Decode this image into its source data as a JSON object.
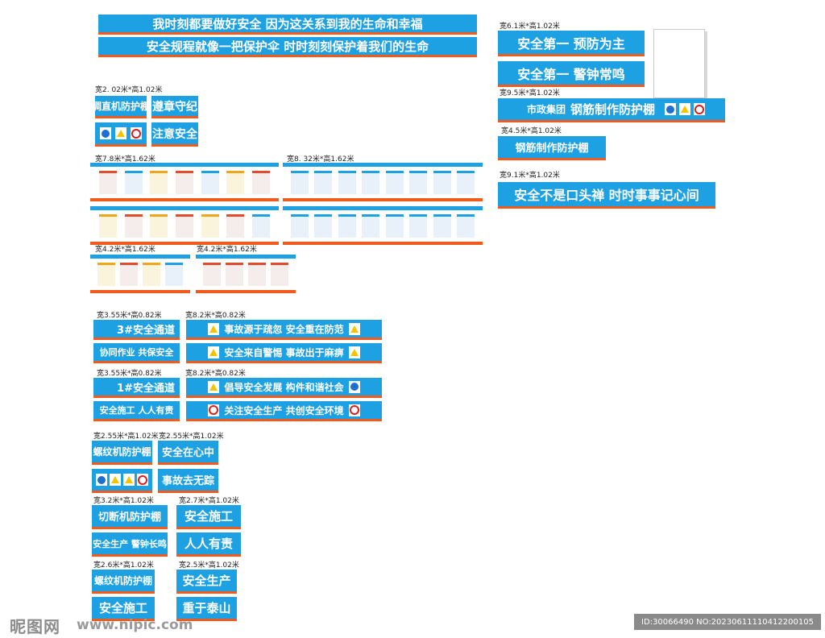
{
  "top_banner": {
    "line1": "我时刻都要做好安全  因为这关系到我的生命和幸福",
    "line2": "安全规程就像一把保护伞  时时刻刻保护着我们的生命"
  },
  "dims": {
    "d_2_02": "宽2. 02米*高1.02米",
    "d_7_8": "宽7.8米*高1.62米",
    "d_8_32": "宽8. 32米*高1.62米",
    "d_4_2a": "宽4.2米*高1.62米",
    "d_4_2b": "宽4.2米*高1.62米",
    "d_3_55a": "宽3.55米*高0.82米",
    "d_8_2a": "宽8.2米*高0.82米",
    "d_3_55b": "宽3.55米*高0.82米",
    "d_8_2b": "宽8.2米*高0.82米",
    "d_2_55a": "宽2.55米*高1.02米",
    "d_2_55b": "宽2.55米*高1.02米",
    "d_3_2": "宽3.2米*高1.02米",
    "d_2_7": "宽2.7米*高1.02米",
    "d_2_6": "宽2.6米*高1.02米",
    "d_2_5": "宽2.5米*高1.02米",
    "d_6_1": "宽6.1米*高1.02米",
    "d_9_5": "宽9.5米*高1.02米",
    "d_4_5": "宽4.5米*高1.02米",
    "d_9_1": "宽9.1米*高1.02米"
  },
  "signs": {
    "tiaozhi": "调直机防护棚",
    "zunzhang": "遵章守纪",
    "zhuyi": "注意安全",
    "tongdao3": "3#安全通道",
    "xietong": "协同作业  共保安全",
    "shigu1": "事故源于疏忽  安全重在防范",
    "jingti": "安全来自警惕  事故出于麻痹",
    "tongdao1": "1#安全通道",
    "rrys1": "安全施工  人人有责",
    "changdao": "倡导安全发展  构件和谐社会",
    "guanzhu": "关注安全生产  共创安全环境",
    "luowen1": "螺纹机防护棚",
    "anquanxin": "安全在心中",
    "wuzong": "事故去无踪",
    "qieduan": "切断机防护棚",
    "sgsg": "安全施工",
    "jingzhong": "安全生产  警钟长鸣",
    "rrys2": "人人有责",
    "luowen2": "螺纹机防护棚",
    "sgsg2": "安全施工",
    "scsc": "安全生产",
    "taishan": "重于泰山",
    "yufang": "安全第一  预防为主",
    "jingzhong2": "安全第一  警钟常鸣",
    "shizheng": "市政集团",
    "gangjin1": "钢筋制作防护棚",
    "gangjin2": "钢筋制作防护棚",
    "koutouchan": "安全不是口头禅  时时事事记心间"
  },
  "watermark": {
    "brand": "昵图网",
    "url": "www.nipic.com",
    "id": "ID:30066490 NO:20230611110412200105"
  },
  "icon_names": [
    "helmet-icon",
    "warning-triangle-icon",
    "no-smoking-icon"
  ],
  "colors": {
    "sign_blue": "#1ea1e3",
    "stripe_orange": "#f05a1c"
  }
}
